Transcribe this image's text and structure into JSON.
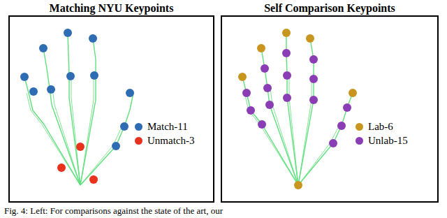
{
  "diagram": {
    "caption": "Fig. 4: Left: For comparisons against the state of the art, our",
    "nodes": [
      {
        "text": [
          "Matching NYU Keypoints"
        ]
      },
      {
        "text": [
          "Self Comparison Keypoints"
        ]
      }
    ],
    "legend": [
      {
        "text": "Match-11",
        "color": "#2e6db4"
      },
      {
        "text": "Unmatch-3",
        "color": "#e8321e"
      },
      {
        "text": "Lab-6",
        "color": "#c8961e"
      },
      {
        "text": "Unlab-15",
        "color": "#8a3db4"
      }
    ]
  }
}
